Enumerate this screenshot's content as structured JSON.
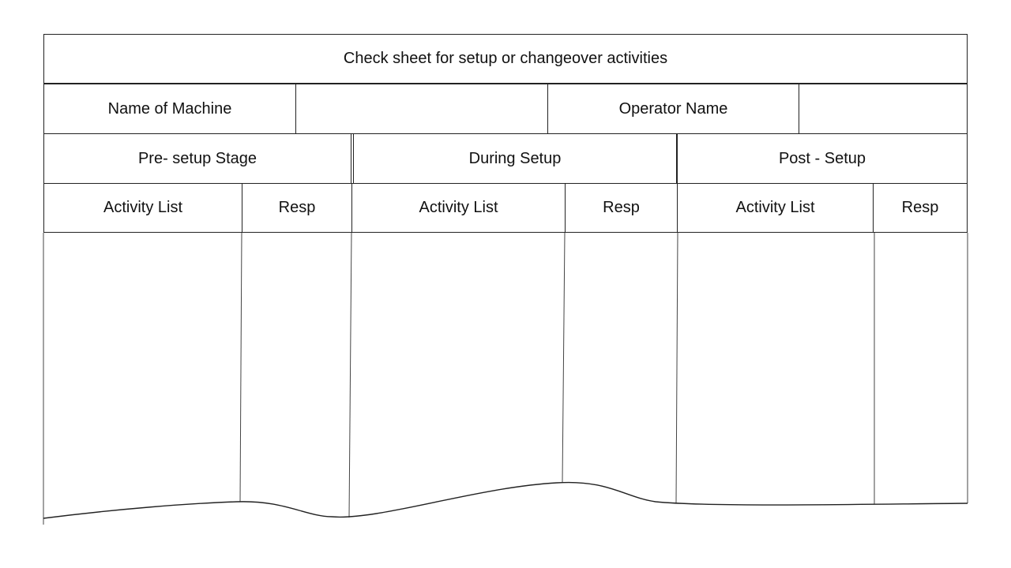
{
  "title": "Check sheet for setup or changeover activities",
  "row2": {
    "machine_label": "Name of Machine",
    "machine_value": "",
    "operator_label": "Operator Name",
    "operator_value": ""
  },
  "stages": {
    "pre": "Pre- setup Stage",
    "during": "During Setup",
    "post": "Post - Setup"
  },
  "columns": {
    "pre_activity": "Activity List",
    "pre_resp": "Resp",
    "during_activity": "Activity List",
    "during_resp": "Resp",
    "post_activity": "Activity List",
    "post_resp": "Resp"
  }
}
